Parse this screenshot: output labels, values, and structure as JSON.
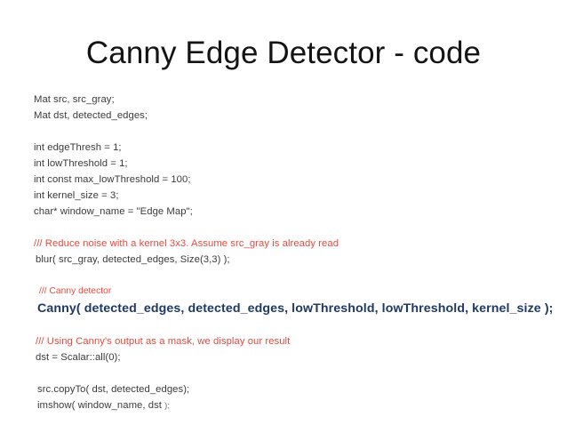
{
  "slide": {
    "title": "Canny Edge Detector - code",
    "background_color": "#ffffff"
  },
  "colors": {
    "title_text": "#141414",
    "code_text": "#3b3b3b",
    "comment_red": "#e8483f",
    "highlight_navy": "#1f3864"
  },
  "code": {
    "lines": [
      {
        "text": "Mat src, src_gray;",
        "style": "plain",
        "indent": 0
      },
      {
        "text": "Mat dst, detected_edges;",
        "style": "plain",
        "indent": 0
      },
      {
        "text": " ",
        "style": "blank",
        "indent": 0
      },
      {
        "text": "int edgeThresh = 1;",
        "style": "plain",
        "indent": 0
      },
      {
        "text": "int lowThreshold = 1;",
        "style": "plain",
        "indent": 0
      },
      {
        "text": "int const max_lowThreshold = 100;",
        "style": "plain",
        "indent": 0
      },
      {
        "text": "int kernel_size = 3;",
        "style": "plain",
        "indent": 0
      },
      {
        "text": "char* window_name = \"Edge Map\";",
        "style": "plain",
        "indent": 0
      },
      {
        "text": " ",
        "style": "blank",
        "indent": 0
      },
      {
        "text": "/// Reduce noise with a kernel 3x3. Assume src_gray is already read",
        "style": "comment",
        "indent": 0
      },
      {
        "text": "blur( src_gray, detected_edges, Size(3,3) );",
        "style": "plain",
        "indent": 1
      },
      {
        "text": " ",
        "style": "blank",
        "indent": 0
      },
      {
        "text": "/// Canny detector",
        "style": "comment-small",
        "indent": 3
      },
      {
        "text": "Canny( detected_edges, detected_edges, lowThreshold, lowThreshold, kernel_size );",
        "style": "canny",
        "indent": 2
      },
      {
        "text": " ",
        "style": "blank",
        "indent": 0
      },
      {
        "text": "/// Using Canny's output as a mask, we display our result",
        "style": "comment",
        "indent": 1
      },
      {
        "text": "dst = Scalar::all(0);",
        "style": "plain",
        "indent": 1
      },
      {
        "text": " ",
        "style": "blank",
        "indent": 0
      },
      {
        "text": "src.copyTo( dst, detected_edges);",
        "style": "plain",
        "indent": 2
      },
      {
        "text": "imshow( window_name, dst );",
        "style": "plain",
        "indent": 2
      }
    ]
  }
}
